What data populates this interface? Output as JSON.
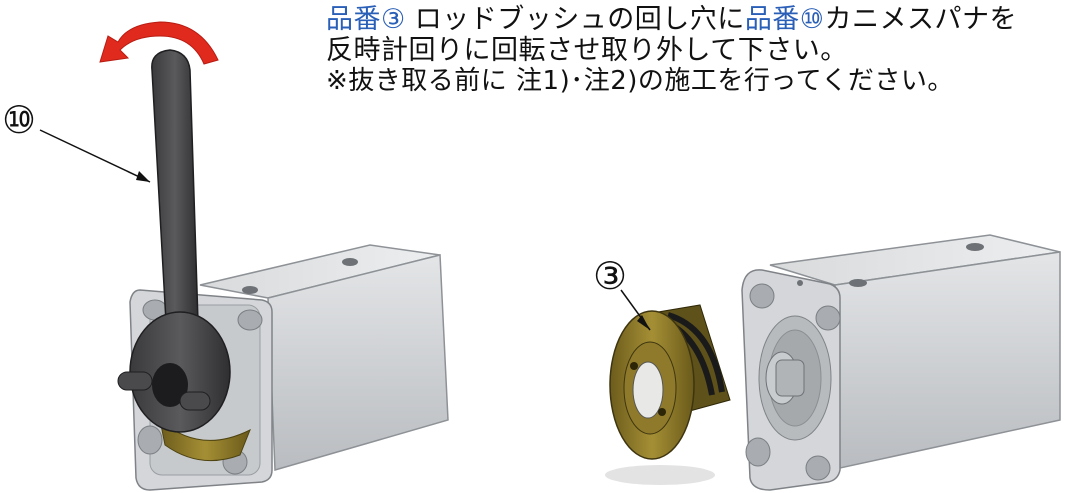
{
  "instructions": {
    "line1": {
      "ref1": "品番③",
      "text1": " ロッドブッシュの回し穴に",
      "ref2": "品番⑩",
      "text2": "カニメスパナを"
    },
    "line2": "反時計回りに回転させ取り外して下さい。",
    "line3": "※抜き取る前に 注1)･注2)の施工を行ってください。"
  },
  "callouts": {
    "wrench": "⑩",
    "bushing": "③"
  },
  "colors": {
    "reference_text": "#2a5fb8",
    "rotation_arrow": "#e02a1e",
    "cylinder_body": "#c9cccf",
    "wrench": "#4a4a4c",
    "bushing_brass": "#8c7a2c"
  },
  "icons": {
    "rotation": "counterclockwise-arrow-icon"
  }
}
